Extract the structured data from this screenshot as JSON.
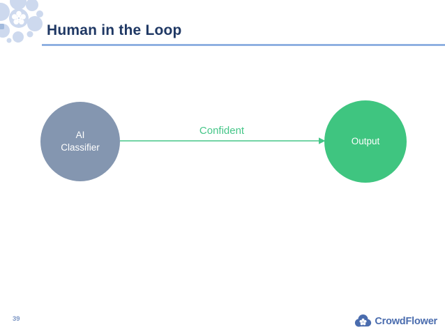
{
  "header": {
    "title": "Human in the Loop"
  },
  "diagram": {
    "nodes": [
      {
        "id": "ai-classifier",
        "label": "AI Classifier",
        "label_lines": [
          "AI",
          "Classifier"
        ],
        "shape": "circle",
        "color": "#8496B0"
      },
      {
        "id": "output",
        "label": "Output",
        "shape": "circle",
        "color": "#3FC580"
      }
    ],
    "edges": [
      {
        "from": "ai-classifier",
        "to": "output",
        "label": "Confident",
        "color": "#45C688",
        "style": "arrow-right"
      }
    ]
  },
  "footer": {
    "page_number": "39",
    "logo_text": "CrowdFlower"
  },
  "icons": {
    "corner_decoration": "flower-cluster-icon",
    "logo_mark": "crowdflower-cloud-flower-icon"
  },
  "colors": {
    "title": "#1F3864",
    "title_rule": "#7AA0D9",
    "node_ai_fill": "#8496B0",
    "node_output_fill": "#3FC580",
    "edge_green": "#45C688",
    "page_number": "#7C96C4",
    "logo_blue": "#4A6CAE",
    "corner_decoration_blue": "#CDD9EE",
    "background": "#FFFFFF"
  }
}
